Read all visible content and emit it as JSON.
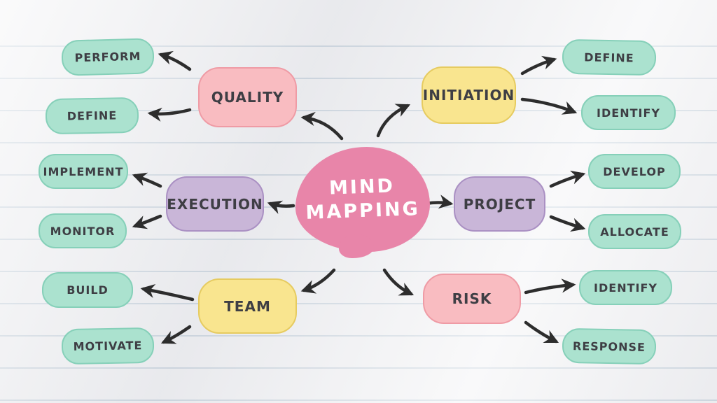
{
  "center": {
    "line1": "MIND",
    "line2": "MAPPING"
  },
  "branches": [
    {
      "label": "QUALITY",
      "children": [
        {
          "label": "PERFORM"
        },
        {
          "label": "DEFINE"
        }
      ]
    },
    {
      "label": "INITIATION",
      "children": [
        {
          "label": "DEFINE"
        },
        {
          "label": "IDENTIFY"
        }
      ]
    },
    {
      "label": "EXECUTION",
      "children": [
        {
          "label": "IMPLEMENT"
        },
        {
          "label": "MONITOR"
        }
      ]
    },
    {
      "label": "PROJECT",
      "children": [
        {
          "label": "DEVELOP"
        },
        {
          "label": "ALLOCATE"
        }
      ]
    },
    {
      "label": "TEAM",
      "children": [
        {
          "label": "BUILD"
        },
        {
          "label": "MOTIVATE"
        }
      ]
    },
    {
      "label": "RISK",
      "children": [
        {
          "label": "IDENTIFY"
        },
        {
          "label": "RESPONSE"
        }
      ]
    }
  ],
  "colors": {
    "center": "#e885a9",
    "center_text": "#ffffff",
    "pink": "#f9bcc1",
    "pink_border": "#ef9ba5",
    "yellow": "#f9e58f",
    "yellow_border": "#e6cb60",
    "purple": "#c9b6d8",
    "purple_border": "#aa90c3",
    "mint": "#abe2cf",
    "mint_border": "#86d0b9",
    "arrow": "#2d2d2d",
    "text": "#3e3e44"
  }
}
